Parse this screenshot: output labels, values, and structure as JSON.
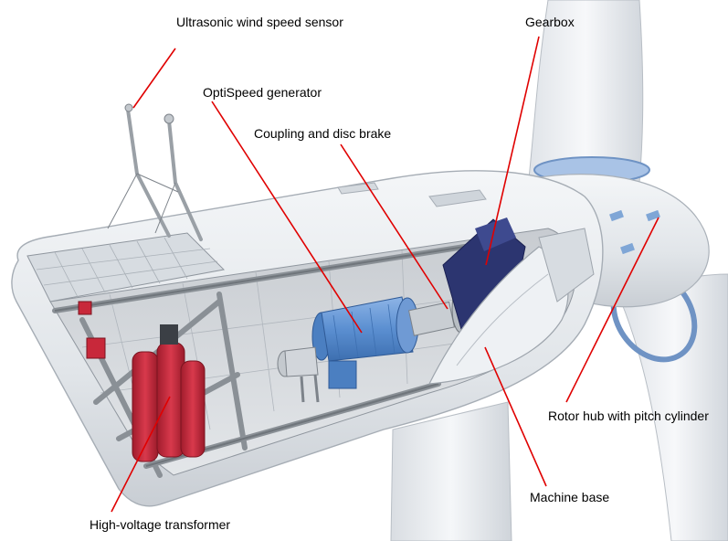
{
  "labels": {
    "ultrasonic_sensor": "Ultrasonic wind speed sensor",
    "gearbox": "Gearbox",
    "generator": "OptiSpeed generator",
    "coupling_brake": "Coupling and disc brake",
    "rotor_hub": "Rotor hub with pitch cylinder",
    "machine_base": "Machine base",
    "transformer": "High-voltage transformer"
  },
  "colors": {
    "leader_line": "#e00000",
    "nacelle_shell": "#e6e9ec",
    "generator": "#5b8fd1",
    "transformer": "#c8283a",
    "gearbox": "#2c3570",
    "frame": "#9aa0a6",
    "hub_ring": "#7fa6d6"
  },
  "icons": [
    "wind-turbine-nacelle-illustration"
  ]
}
